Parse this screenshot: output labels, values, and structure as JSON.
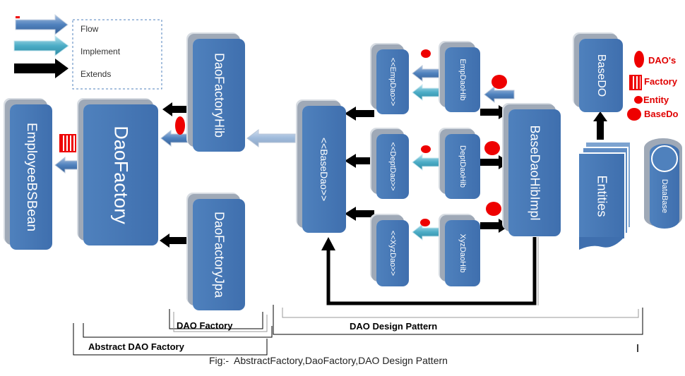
{
  "legend": {
    "flow": "Flow",
    "implement": "Implement",
    "extends": "Extends"
  },
  "boxes": {
    "employee_bean": "EmployeeBSBean",
    "dao_factory": "DaoFactory",
    "dao_factory_hib": "DaoFactoryHib",
    "dao_factory_jpa": "DaoFactoryJpa",
    "base_dao": "<<BaseDao>>",
    "emp_dao": "<<EmpDao>>",
    "dept_dao": "<<DeptDao>>",
    "xyz_dao": "<<XyzDao>>",
    "emp_dao_hib": "EmpDaoHib",
    "dept_dao_hib": "DeptDaoHib",
    "xyz_dao_hib": "XyzDaoHib",
    "base_dao_hib_impl": "BaseDaoHibImpl",
    "base_do": "BaseDO",
    "entities": "Entities",
    "database": "DataBase"
  },
  "key": {
    "daos": "DAO's",
    "factory": "Factory",
    "entity": "Entity",
    "base_do": "BaseDo"
  },
  "brackets": {
    "dao_factory": "DAO Factory",
    "abstract_dao_factory": "Abstract DAO Factory",
    "dao_design_pattern": "DAO Design Pattern"
  },
  "caption": "Fig:-  AbstractFactory,DaoFactory,DAO Design Pattern",
  "colors": {
    "flow": "#4f81bd",
    "implement": "#4bacc6",
    "extends": "#000000",
    "marker": "#ee0000"
  }
}
